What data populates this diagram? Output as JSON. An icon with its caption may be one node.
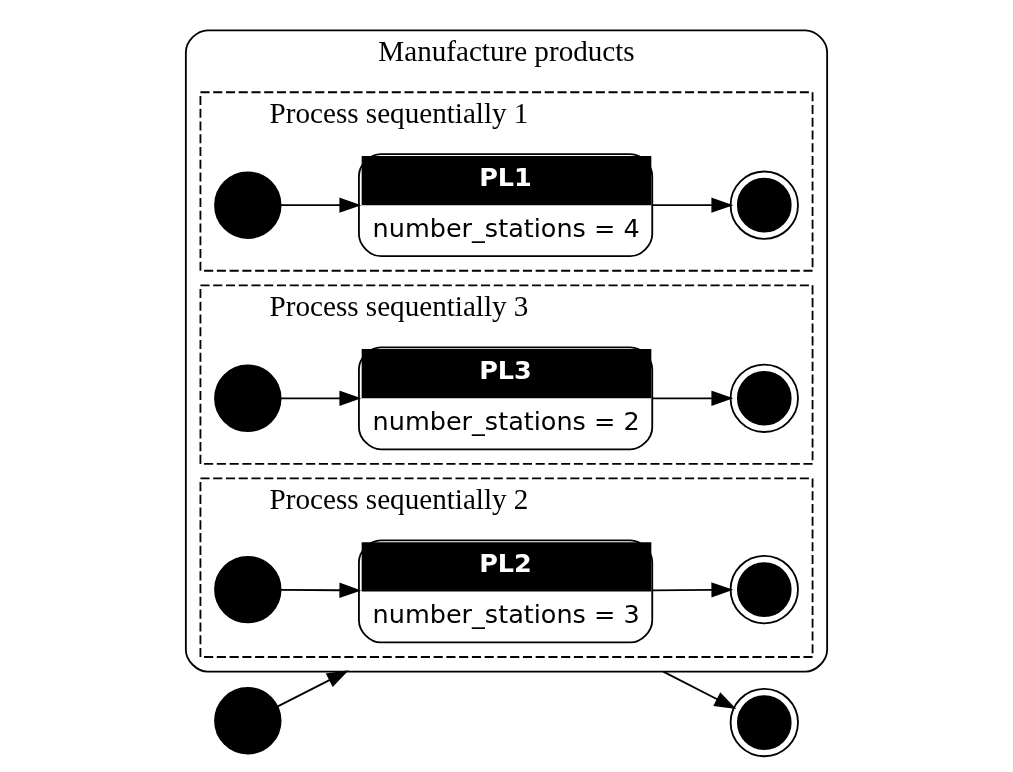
{
  "diagram": {
    "nodes": [
      {
        "text": [
          "Manufacture products"
        ]
      },
      {
        "text": [
          "Process sequentially 1"
        ],
        "in": 0
      },
      {
        "text": [],
        "shape": "circle",
        "in": 1
      },
      {
        "text": [
          "PL1",
          "number_stations = 4"
        ],
        "in": 1
      },
      {
        "text": [],
        "shape": "doublecircle",
        "in": 1
      },
      {
        "text": [
          "Process sequentially 2"
        ],
        "in": 0
      },
      {
        "text": [],
        "shape": "circle",
        "in": 5
      },
      {
        "text": [
          "PL2",
          "number_stations = 3"
        ],
        "in": 5
      },
      {
        "text": [],
        "shape": "doublecircle",
        "in": 5
      },
      {
        "text": [
          "Process sequentially 3"
        ],
        "in": 0
      },
      {
        "text": [],
        "shape": "circle",
        "in": 9
      },
      {
        "text": [
          "PL3",
          "number_stations = 2"
        ],
        "in": 9
      },
      {
        "text": [],
        "shape": "doublecircle",
        "in": 9
      },
      {
        "text": [],
        "shape": "circle"
      },
      {
        "text": [],
        "shape": "doublecircle"
      }
    ],
    "edges": [
      {
        "from": 2,
        "to": 3,
        "arrow": "to"
      },
      {
        "from": 3,
        "to": 4,
        "arrow": "to"
      },
      {
        "from": 6,
        "to": 7,
        "arrow": "to"
      },
      {
        "from": 7,
        "to": 8,
        "arrow": "to"
      },
      {
        "from": 10,
        "to": 11,
        "arrow": "to"
      },
      {
        "from": 11,
        "to": 12,
        "arrow": "to"
      },
      {
        "from": 13,
        "to": 0,
        "arrow": "to"
      },
      {
        "from": 0,
        "to": 14,
        "arrow": "to"
      }
    ]
  }
}
